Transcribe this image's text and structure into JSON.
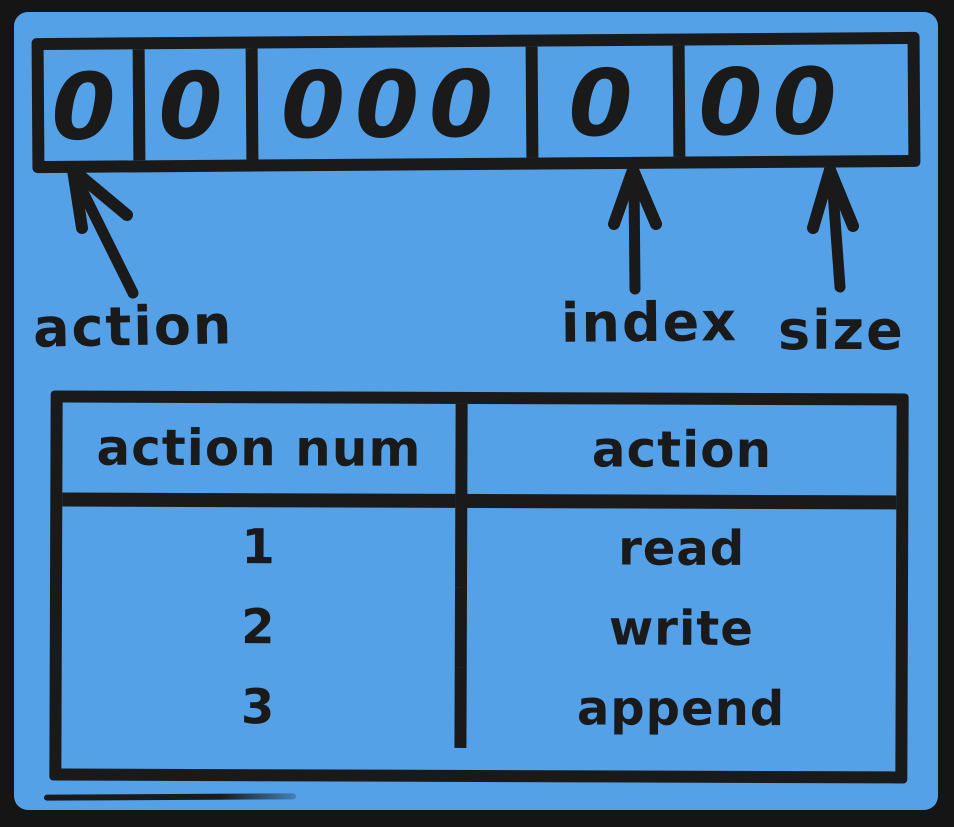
{
  "colors": {
    "background": "#151515",
    "panel_blue": "#55a1e8",
    "stroke_black": "#1a1a1a"
  },
  "byte_strip": {
    "cells": [
      {
        "value": "0",
        "field": "action"
      },
      {
        "value": "0",
        "field": ""
      },
      {
        "value": "000",
        "field": ""
      },
      {
        "value": "0",
        "field": "index"
      },
      {
        "value": "00",
        "field": "size"
      }
    ]
  },
  "labels": {
    "action": "action",
    "index": "index",
    "size": "size"
  },
  "table": {
    "headers": [
      "action num",
      "action"
    ],
    "rows": [
      [
        "1",
        "read"
      ],
      [
        "2",
        "write"
      ],
      [
        "3",
        "append"
      ]
    ]
  }
}
